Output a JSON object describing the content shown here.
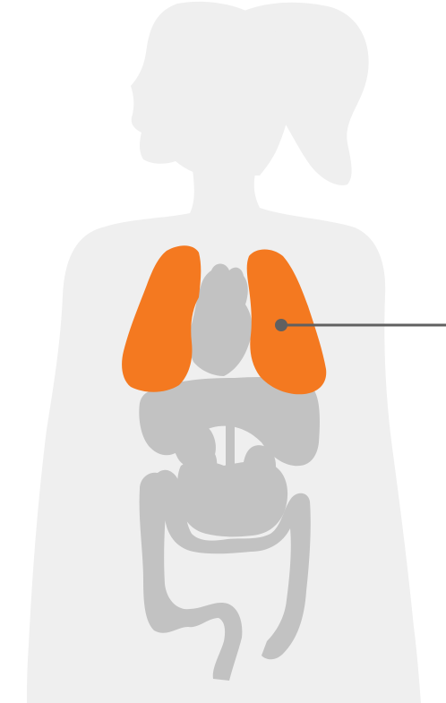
{
  "diagram": {
    "subject": "female-torso-silhouette",
    "highlighted_organ": "lungs",
    "colors": {
      "background": "#ffffff",
      "silhouette": "#efefef",
      "organs": "#c2c2c2",
      "highlight": "#f47920",
      "pointer": "#606060"
    },
    "organs": [
      {
        "id": "lungs",
        "highlighted": true
      },
      {
        "id": "heart",
        "highlighted": false
      },
      {
        "id": "liver",
        "highlighted": false
      },
      {
        "id": "stomach",
        "highlighted": false
      },
      {
        "id": "kidneys",
        "highlighted": false
      },
      {
        "id": "small-intestine",
        "highlighted": false
      },
      {
        "id": "large-intestine",
        "highlighted": false
      }
    ],
    "pointer": {
      "target": "lungs",
      "direction": "right"
    }
  }
}
